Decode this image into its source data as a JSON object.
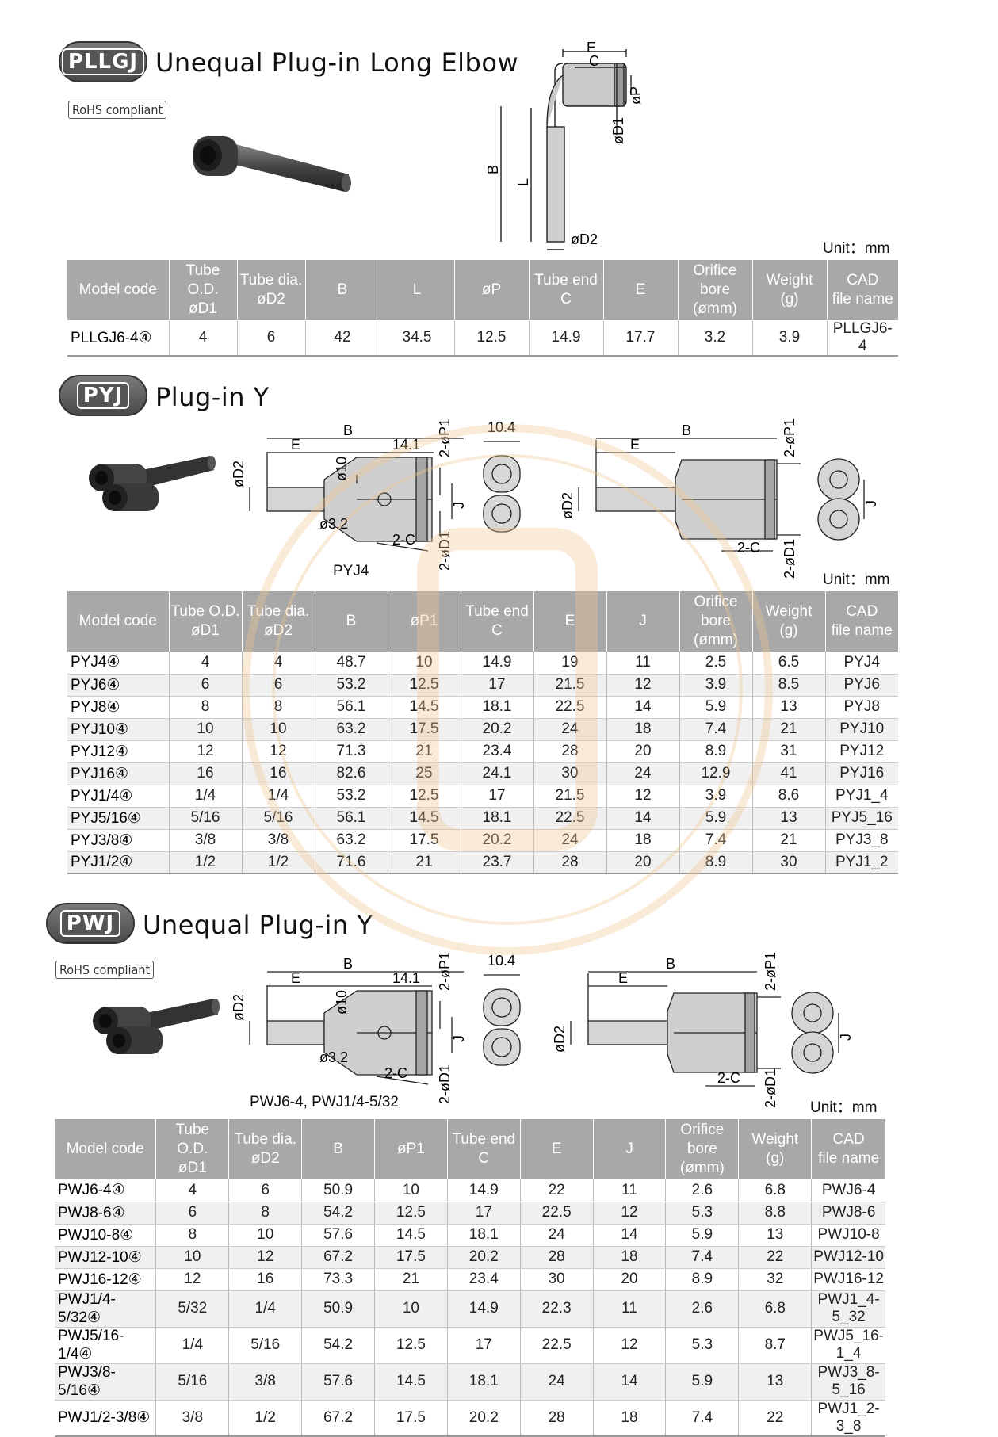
{
  "pllgj": {
    "badge": "PLLGJ",
    "title": "Unequal Plug-in Long Elbow",
    "rohs": "RoHS compliant",
    "unit": "Unit：mm",
    "dims": {
      "E": "E",
      "C": "C",
      "P": "øP",
      "D1": "øD1",
      "B": "B",
      "L": "L",
      "D2": "øD2"
    },
    "headers": [
      "Model code",
      "Tube O.D.\nøD1",
      "Tube dia.\nøD2",
      "B",
      "L",
      "øP",
      "Tube end\nC",
      "E",
      "Orifice bore\n(ømm)",
      "Weight\n(g)",
      "CAD\nfile name"
    ],
    "rows": [
      [
        "PLLGJ6-4④",
        "4",
        "6",
        "42",
        "34.5",
        "12.5",
        "14.9",
        "17.7",
        "3.2",
        "3.9",
        "PLLGJ6-4"
      ]
    ]
  },
  "pyj": {
    "badge": "PYJ",
    "title": "Plug-in Y",
    "unit": "Unit：mm",
    "caption": "PYJ4",
    "dims": {
      "B": "B",
      "E": "E",
      "d141": "14.1",
      "P1": "2-øP1",
      "d10": "ø10",
      "d104": "10.4",
      "D2": "øD2",
      "d32": "ø3.2",
      "C": "2-C",
      "D1": "2-øD1",
      "J": "J"
    },
    "headers": [
      "Model code",
      "Tube O.D.\nøD1",
      "Tube dia.\nøD2",
      "B",
      "øP1",
      "Tube end\nC",
      "E",
      "J",
      "Orifice bore\n(ømm)",
      "Weight\n(g)",
      "CAD\nfile name"
    ],
    "rows": [
      [
        "PYJ4④",
        "4",
        "4",
        "48.7",
        "10",
        "14.9",
        "19",
        "11",
        "2.5",
        "6.5",
        "PYJ4"
      ],
      [
        "PYJ6④",
        "6",
        "6",
        "53.2",
        "12.5",
        "17",
        "21.5",
        "12",
        "3.9",
        "8.5",
        "PYJ6"
      ],
      [
        "PYJ8④",
        "8",
        "8",
        "56.1",
        "14.5",
        "18.1",
        "22.5",
        "14",
        "5.9",
        "13",
        "PYJ8"
      ],
      [
        "PYJ10④",
        "10",
        "10",
        "63.2",
        "17.5",
        "20.2",
        "24",
        "18",
        "7.4",
        "21",
        "PYJ10"
      ],
      [
        "PYJ12④",
        "12",
        "12",
        "71.3",
        "21",
        "23.4",
        "28",
        "20",
        "8.9",
        "31",
        "PYJ12"
      ],
      [
        "PYJ16④",
        "16",
        "16",
        "82.6",
        "25",
        "24.1",
        "30",
        "24",
        "12.9",
        "41",
        "PYJ16"
      ],
      [
        "PYJ1/4④",
        "1/4",
        "1/4",
        "53.2",
        "12.5",
        "17",
        "21.5",
        "12",
        "3.9",
        "8.6",
        "PYJ1_4"
      ],
      [
        "PYJ5/16④",
        "5/16",
        "5/16",
        "56.1",
        "14.5",
        "18.1",
        "22.5",
        "14",
        "5.9",
        "13",
        "PYJ5_16"
      ],
      [
        "PYJ3/8④",
        "3/8",
        "3/8",
        "63.2",
        "17.5",
        "20.2",
        "24",
        "18",
        "7.4",
        "21",
        "PYJ3_8"
      ],
      [
        "PYJ1/2④",
        "1/2",
        "1/2",
        "71.6",
        "21",
        "23.7",
        "28",
        "20",
        "8.9",
        "30",
        "PYJ1_2"
      ]
    ]
  },
  "pwj": {
    "badge": "PWJ",
    "title": "Unequal Plug-in Y",
    "rohs": "RoHS compliant",
    "unit": "Unit：mm",
    "caption": "PWJ6-4, PWJ1/4-5/32",
    "dims": {
      "B": "B",
      "E": "E",
      "d141": "14.1",
      "P1": "2-øP1",
      "d10": "ø10",
      "d104": "10.4",
      "D2": "øD2",
      "d32": "ø3.2",
      "C": "2-C",
      "D1": "2-øD1",
      "J": "J"
    },
    "headers": [
      "Model code",
      "Tube O.D.\nøD1",
      "Tube dia.\nøD2",
      "B",
      "øP1",
      "Tube end\nC",
      "E",
      "J",
      "Orifice bore\n(ømm)",
      "Weight\n(g)",
      "CAD\nfile name"
    ],
    "rows": [
      [
        "PWJ6-4④",
        "4",
        "6",
        "50.9",
        "10",
        "14.9",
        "22",
        "11",
        "2.6",
        "6.8",
        "PWJ6-4"
      ],
      [
        "PWJ8-6④",
        "6",
        "8",
        "54.2",
        "12.5",
        "17",
        "22.5",
        "12",
        "5.3",
        "8.8",
        "PWJ8-6"
      ],
      [
        "PWJ10-8④",
        "8",
        "10",
        "57.6",
        "14.5",
        "18.1",
        "24",
        "14",
        "5.9",
        "13",
        "PWJ10-8"
      ],
      [
        "PWJ12-10④",
        "10",
        "12",
        "67.2",
        "17.5",
        "20.2",
        "28",
        "18",
        "7.4",
        "22",
        "PWJ12-10"
      ],
      [
        "PWJ16-12④",
        "12",
        "16",
        "73.3",
        "21",
        "23.4",
        "30",
        "20",
        "8.9",
        "32",
        "PWJ16-12"
      ],
      [
        "PWJ1/4-5/32④",
        "5/32",
        "1/4",
        "50.9",
        "10",
        "14.9",
        "22.3",
        "11",
        "2.6",
        "6.8",
        "PWJ1_4-5_32"
      ],
      [
        "PWJ5/16-1/4④",
        "1/4",
        "5/16",
        "54.2",
        "12.5",
        "17",
        "22.5",
        "12",
        "5.3",
        "8.7",
        "PWJ5_16-1_4"
      ],
      [
        "PWJ3/8-5/16④",
        "5/16",
        "3/8",
        "57.6",
        "14.5",
        "18.1",
        "24",
        "14",
        "5.9",
        "13",
        "PWJ3_8-5_16"
      ],
      [
        "PWJ1/2-3/8④",
        "3/8",
        "1/2",
        "67.2",
        "17.5",
        "20.2",
        "28",
        "18",
        "7.4",
        "22",
        "PWJ1_2-3_8"
      ]
    ]
  }
}
